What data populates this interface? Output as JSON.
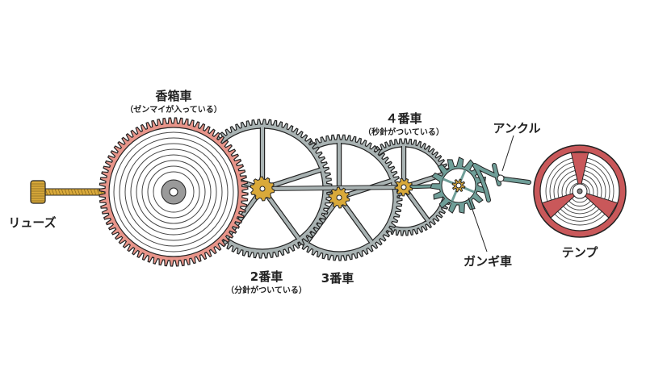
{
  "labels": {
    "barrel": {
      "title": "香箱車",
      "sub": "（ゼンマイが入っている）"
    },
    "crown": {
      "title": "リューズ"
    },
    "second_wheel": {
      "title": "2番車",
      "sub": "（分針がついている）"
    },
    "third_wheel": {
      "title": "3番車"
    },
    "fourth_wheel": {
      "title": "４番車",
      "sub": "（秒針がついている）"
    },
    "pallet_fork": {
      "title": "アンクル"
    },
    "escape_wheel": {
      "title": "ガンギ車"
    },
    "balance": {
      "title": "テンプ"
    }
  },
  "colors": {
    "barrel": "#e8958a",
    "gear_gray": "#a9b3b3",
    "escape_teal": "#6f9e98",
    "balance_red": "#c9585a",
    "gold": "#d9a93a",
    "outline": "#222222"
  }
}
